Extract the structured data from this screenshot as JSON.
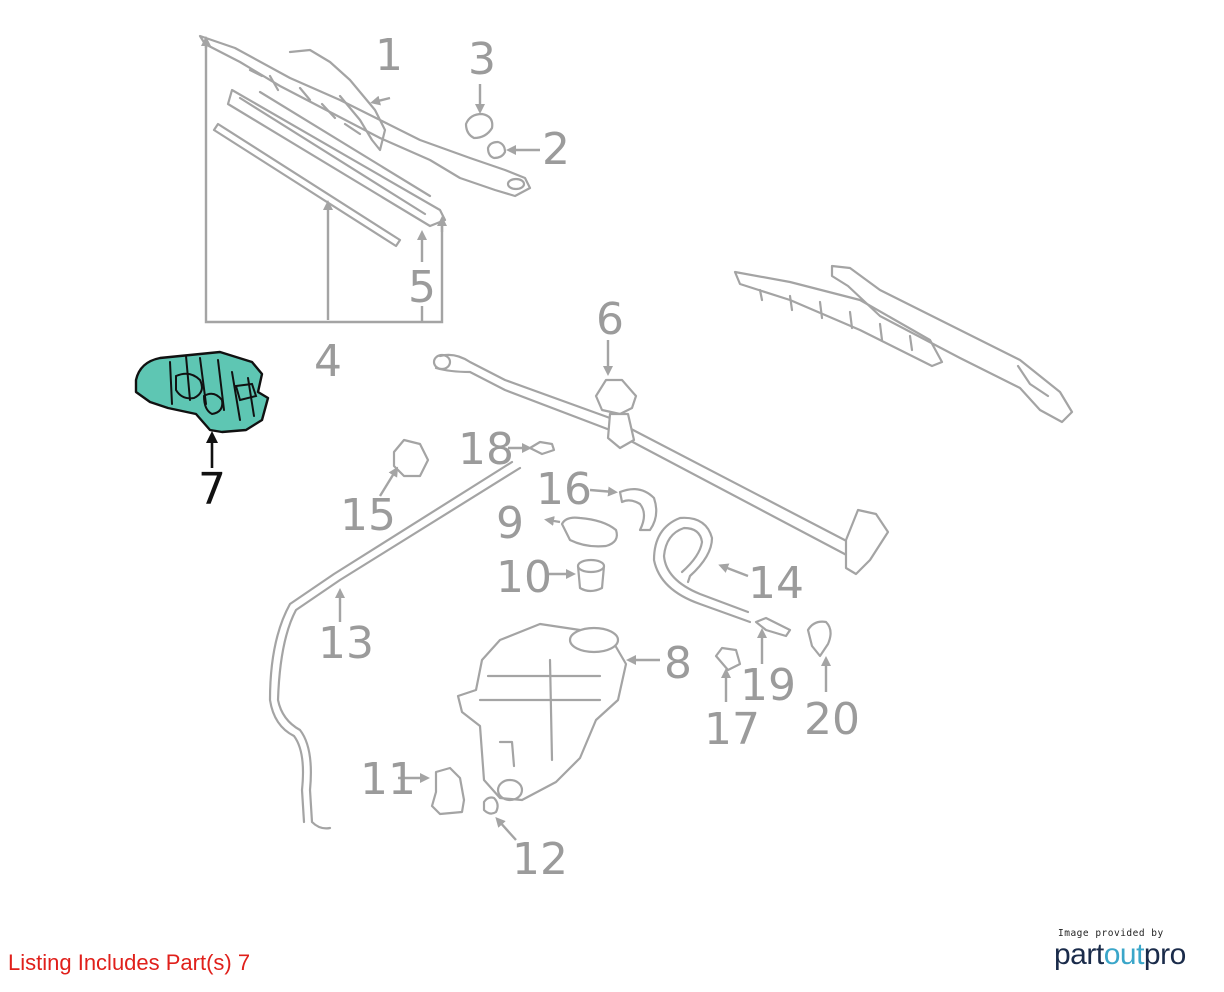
{
  "diagram": {
    "callout_numbers": {
      "n1": "1",
      "n2": "2",
      "n3": "3",
      "n4": "4",
      "n5": "5",
      "n6": "6",
      "n7": "7",
      "n8": "8",
      "n9": "9",
      "n10": "10",
      "n11": "11",
      "n12": "12",
      "n13": "13",
      "n14": "14",
      "n15": "15",
      "n16": "16",
      "n17": "17",
      "n18": "18",
      "n19": "19",
      "n20": "20"
    },
    "highlighted_part": "7",
    "colors": {
      "line_gray": "#a4a4a4",
      "label_gray": "#9b9b9b",
      "highlight_fill": "#5ec6b3",
      "highlight_outline": "#111111",
      "listing_red": "#e0201b"
    }
  },
  "listing": {
    "text": "Listing Includes Part(s) 7"
  },
  "logo": {
    "caption": "Image provided by",
    "word_part1": "part",
    "word_part2": "out",
    "word_part3": "pro",
    "color_dark": "#1a2b4a",
    "color_accent": "#3aa6c9"
  }
}
